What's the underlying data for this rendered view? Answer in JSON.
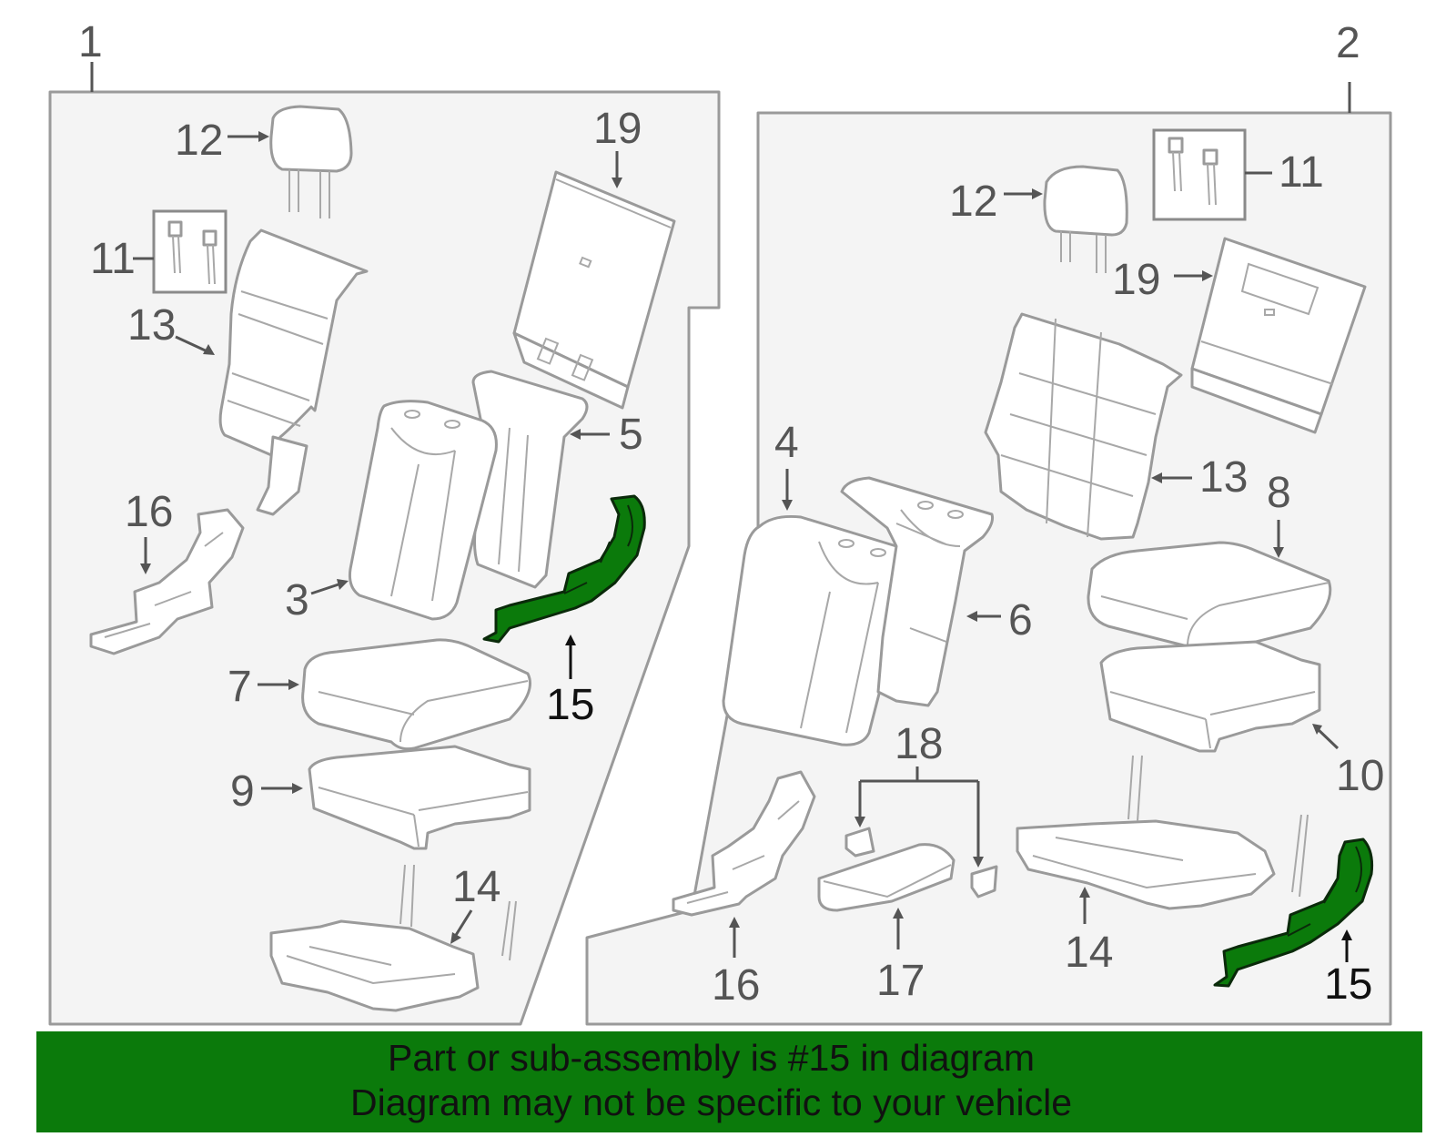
{
  "callouts": {
    "left": {
      "assembly": "1",
      "c12": "12",
      "c19": "19",
      "c11": "11",
      "c13": "13",
      "c5": "5",
      "c16": "16",
      "c3": "3",
      "c15": "15",
      "c7": "7",
      "c9": "9",
      "c14": "14"
    },
    "right": {
      "assembly": "2",
      "c12": "12",
      "c11": "11",
      "c19": "19",
      "c4": "4",
      "c13": "13",
      "c8": "8",
      "c6": "6",
      "c10": "10",
      "c18": "18",
      "c14": "14",
      "c15": "15",
      "c16": "16",
      "c17": "17"
    }
  },
  "banner": {
    "line1": "Part or sub-assembly is #15 in diagram",
    "line2": "Diagram may not be specific to your vehicle"
  },
  "colors": {
    "highlight": "#0b7a0b",
    "panel": "#f4f4f4",
    "outline": "#9a9a9a"
  }
}
